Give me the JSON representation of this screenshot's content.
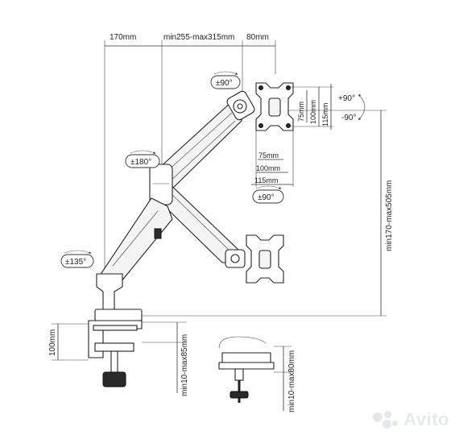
{
  "dimensions": {
    "top_left": "170mm",
    "top_middle": "min255-max315mm",
    "top_right": "80mm",
    "vesa_h_inner": "75mm",
    "vesa_h_mid": "100mm",
    "vesa_h_outer": "115mm",
    "vesa_v_inner": "75mm",
    "vesa_v_mid": "100mm",
    "vesa_v_outer": "115mm",
    "height_range": "min170-max505mm",
    "clamp_height": "100mm",
    "clamp_range": "min10-max85mm",
    "grommet_range": "min10-max80mm"
  },
  "rotations": {
    "top_swivel": "±90°",
    "tilt_up": "+90°",
    "tilt_down": "-90°",
    "mid_swivel": "±180°",
    "vesa_rotate": "±90°",
    "base_swivel": "±135°"
  },
  "watermark": "Avito"
}
